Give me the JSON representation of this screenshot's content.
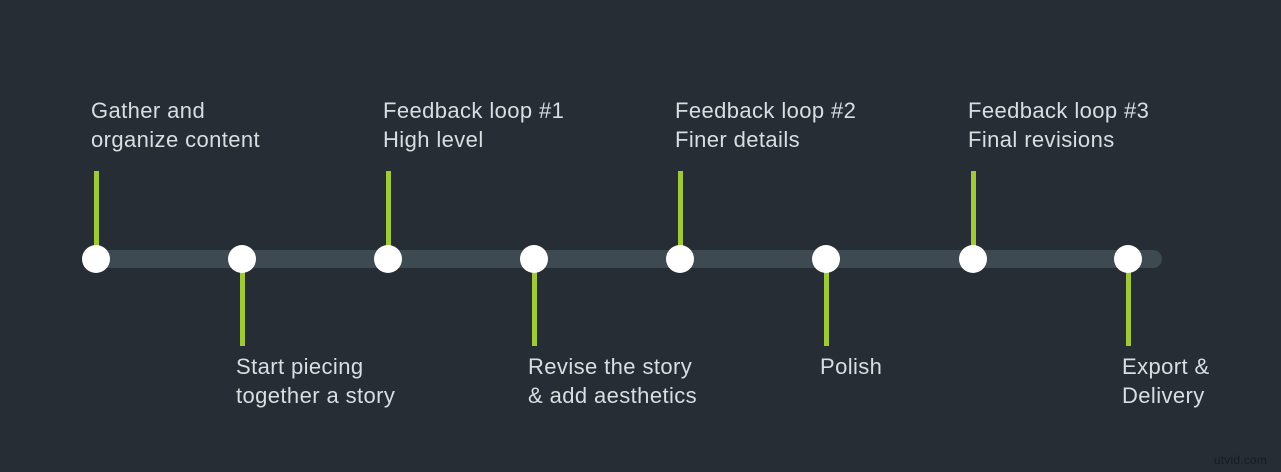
{
  "canvas": {
    "background": "#262d35",
    "bar_color": "#3d4a51",
    "dot_color": "#ffffff",
    "accent_green": "#a0c93a",
    "text_color": "#d9dee1",
    "watermark_color": "#171c22"
  },
  "milestones": [
    {
      "label": "Gather and\norganize content",
      "position": "above"
    },
    {
      "label": "Start piecing\ntogether a story",
      "position": "below"
    },
    {
      "label": "Feedback loop #1\nHigh level",
      "position": "above"
    },
    {
      "label": "Revise the story\n& add aesthetics",
      "position": "below"
    },
    {
      "label": "Feedback loop #2\nFiner details",
      "position": "above"
    },
    {
      "label": "Polish",
      "position": "below"
    },
    {
      "label": "Feedback loop #3\nFinal revisions",
      "position": "above"
    },
    {
      "label": "Export &\nDelivery",
      "position": "below"
    }
  ],
  "watermark": {
    "text": "utvid.com"
  }
}
